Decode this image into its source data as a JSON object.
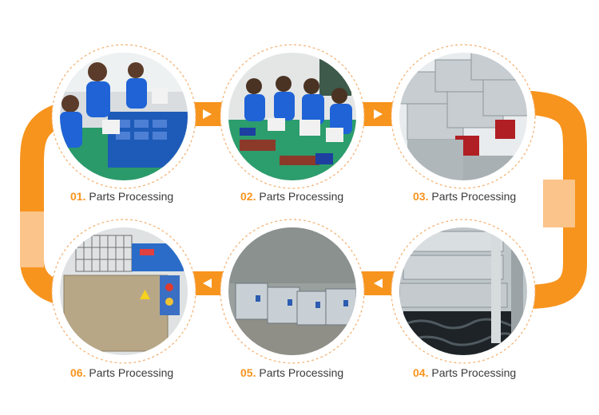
{
  "colors": {
    "accent": "#f7941d",
    "accent_light": "#fbc48a",
    "ring_dash": "#f4b070",
    "label_text": "#3a3a3a"
  },
  "steps": [
    {
      "number": "01.",
      "label": "Parts Processing",
      "photo": "workers assembling ultrasonic generators"
    },
    {
      "number": "02.",
      "label": "Parts Processing",
      "photo": "workers assembling circuit boards"
    },
    {
      "number": "03.",
      "label": "Parts Processing",
      "photo": "stacked stainless steel ultrasonic cleaners"
    },
    {
      "number": "04.",
      "label": "Parts Processing",
      "photo": "cleaning tanks filled with water"
    },
    {
      "number": "05.",
      "label": "Parts Processing",
      "photo": "row of ultrasonic cleaning machines"
    },
    {
      "number": "06.",
      "label": "Parts Processing",
      "photo": "industrial ultrasonic cleaner with basket"
    }
  ],
  "icons": {
    "arrow_right": "play-right-icon",
    "arrow_left": "play-left-icon"
  }
}
